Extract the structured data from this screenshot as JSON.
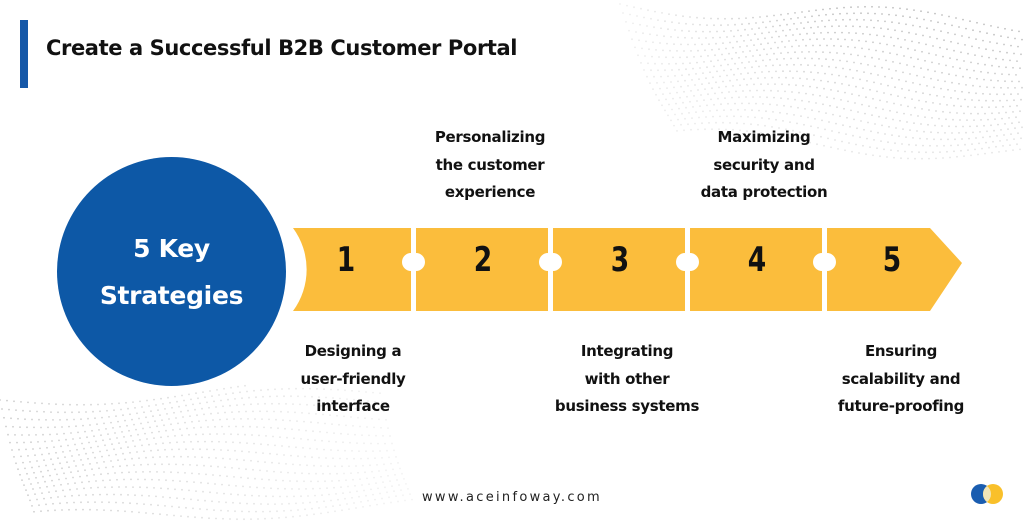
{
  "header": {
    "title": "Create a Successful B2B Customer Portal"
  },
  "hub": {
    "label": "5 Key Strategies"
  },
  "steps": [
    {
      "number": "1",
      "caption": "Designing a user-friendly interface"
    },
    {
      "number": "2",
      "caption": "Personalizing the customer experience"
    },
    {
      "number": "3",
      "caption": "Integrating with other business systems"
    },
    {
      "number": "4",
      "caption": "Maximizing security and data protection"
    },
    {
      "number": "5",
      "caption": "Ensuring scalability and future-proofing"
    }
  ],
  "footer": {
    "url": "www.aceinfoway.com"
  },
  "colors": {
    "accent": "#1558a8",
    "hub": "#0d58a6",
    "piece": "#fbbd3c",
    "logo_blue": "#1a5db0",
    "logo_yellow": "#f9c02a"
  }
}
